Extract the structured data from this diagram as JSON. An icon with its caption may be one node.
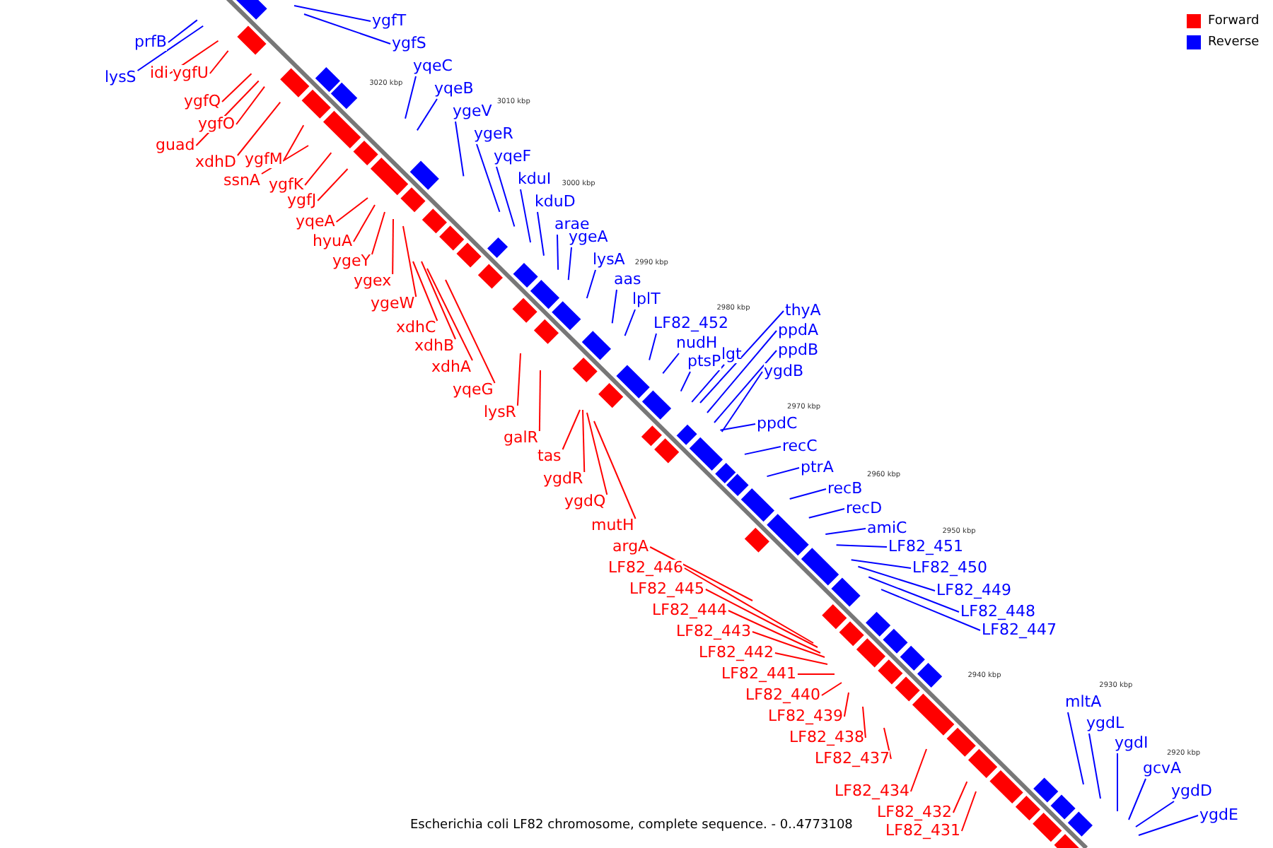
{
  "diagram": {
    "caption": "Escherichia coli LF82 chromosome, complete sequence. - 0..4773108",
    "nodes": [
      {
        "text": [
          "ygfT"
        ]
      },
      {
        "text": [
          "prfB"
        ]
      },
      {
        "text": [
          "ygfS"
        ]
      },
      {
        "text": [
          "yqeC"
        ]
      },
      {
        "text": [
          "lysS"
        ]
      },
      {
        "text": [
          "idi"
        ]
      },
      {
        "text": [
          "ygfU"
        ]
      },
      {
        "text": [
          "yqeB"
        ]
      },
      {
        "text": [
          "ygfQ"
        ]
      },
      {
        "text": [
          "ygeV"
        ]
      },
      {
        "text": [
          "ygfO"
        ]
      },
      {
        "text": [
          "ygeR"
        ]
      },
      {
        "text": [
          "guad"
        ]
      },
      {
        "text": [
          "yqeF"
        ]
      },
      {
        "text": [
          "xdhD"
        ]
      },
      {
        "text": [
          "ygfM"
        ]
      },
      {
        "text": [
          "kduI"
        ]
      },
      {
        "text": [
          "ssnA"
        ]
      },
      {
        "text": [
          "ygfK"
        ]
      },
      {
        "text": [
          "kduD"
        ]
      },
      {
        "text": [
          "ygfJ"
        ]
      },
      {
        "text": [
          "yqeA"
        ]
      },
      {
        "text": [
          "arae"
        ]
      },
      {
        "text": [
          "ygeA"
        ]
      },
      {
        "text": [
          "hyuA"
        ]
      },
      {
        "text": [
          "lysA"
        ]
      },
      {
        "text": [
          "ygeY"
        ]
      },
      {
        "text": [
          "aas"
        ]
      },
      {
        "text": [
          "ygex"
        ]
      },
      {
        "text": [
          "lplT"
        ]
      },
      {
        "text": [
          "ygeW"
        ]
      },
      {
        "text": [
          "thyA"
        ]
      },
      {
        "text": [
          "LF82_452"
        ]
      },
      {
        "text": [
          "xdhC"
        ]
      },
      {
        "text": [
          "ppdA"
        ]
      },
      {
        "text": [
          "nudH"
        ]
      },
      {
        "text": [
          "xdhB"
        ]
      },
      {
        "text": [
          "ppdB"
        ]
      },
      {
        "text": [
          "lgt"
        ]
      },
      {
        "text": [
          "ptsP"
        ]
      },
      {
        "text": [
          "xdhA"
        ]
      },
      {
        "text": [
          "ygdB"
        ]
      },
      {
        "text": [
          "yqeG"
        ]
      },
      {
        "text": [
          "lysR"
        ]
      },
      {
        "text": [
          "ppdC"
        ]
      },
      {
        "text": [
          "galR"
        ]
      },
      {
        "text": [
          "recC"
        ]
      },
      {
        "text": [
          "tas"
        ]
      },
      {
        "text": [
          "ptrA"
        ]
      },
      {
        "text": [
          "ygdR"
        ]
      },
      {
        "text": [
          "recB"
        ]
      },
      {
        "text": [
          "ygdQ"
        ]
      },
      {
        "text": [
          "recD"
        ]
      },
      {
        "text": [
          "mutH"
        ]
      },
      {
        "text": [
          "amiC"
        ]
      },
      {
        "text": [
          "LF82_451"
        ]
      },
      {
        "text": [
          "argA"
        ]
      },
      {
        "text": [
          "LF82_450"
        ]
      },
      {
        "text": [
          "LF82_446"
        ]
      },
      {
        "text": [
          "LF82_449"
        ]
      },
      {
        "text": [
          "LF82_445"
        ]
      },
      {
        "text": [
          "LF82_448"
        ]
      },
      {
        "text": [
          "LF82_444"
        ]
      },
      {
        "text": [
          "LF82_447"
        ]
      },
      {
        "text": [
          "LF82_443"
        ]
      },
      {
        "text": [
          "LF82_442"
        ]
      },
      {
        "text": [
          "LF82_441"
        ]
      },
      {
        "text": [
          "LF82_440"
        ]
      },
      {
        "text": [
          "mltA"
        ]
      },
      {
        "text": [
          "LF82_439"
        ]
      },
      {
        "text": [
          "ygdL"
        ]
      },
      {
        "text": [
          "LF82_438"
        ]
      },
      {
        "text": [
          "ygdI"
        ]
      },
      {
        "text": [
          "LF82_437"
        ]
      },
      {
        "text": [
          "gcvA"
        ]
      },
      {
        "text": [
          "LF82_434"
        ]
      },
      {
        "text": [
          "ygdD"
        ]
      },
      {
        "text": [
          "LF82_432"
        ]
      },
      {
        "text": [
          "ygdE"
        ]
      },
      {
        "text": [
          "LF82_431"
        ]
      }
    ],
    "edges": [
      {
        "from": 0,
        "to": null,
        "arrow": "none"
      },
      {
        "from": 1,
        "to": null,
        "arrow": "none"
      },
      {
        "from": 2,
        "to": null,
        "arrow": "none"
      },
      {
        "from": 3,
        "to": null,
        "arrow": "none"
      },
      {
        "from": 4,
        "to": null,
        "arrow": "none"
      },
      {
        "from": 5,
        "to": null,
        "arrow": "none",
        "color": "#ff0000"
      },
      {
        "from": 6,
        "to": null,
        "arrow": "none",
        "color": "#ff0000"
      },
      {
        "from": 7,
        "to": null,
        "arrow": "none"
      },
      {
        "from": 8,
        "to": null,
        "arrow": "none",
        "color": "#ff0000"
      },
      {
        "from": 9,
        "to": null,
        "arrow": "none"
      },
      {
        "from": 10,
        "to": null,
        "arrow": "none",
        "color": "#ff0000"
      },
      {
        "from": 11,
        "to": null,
        "arrow": "none"
      },
      {
        "from": 12,
        "to": null,
        "arrow": "none",
        "color": "#ff0000"
      },
      {
        "from": 13,
        "to": null,
        "arrow": "none"
      },
      {
        "from": 14,
        "to": null,
        "arrow": "none",
        "color": "#ff0000"
      },
      {
        "from": 15,
        "to": null,
        "arrow": "none",
        "color": "#ff0000"
      },
      {
        "from": 16,
        "to": null,
        "arrow": "none"
      },
      {
        "from": 17,
        "to": null,
        "arrow": "none",
        "color": "#ff0000"
      },
      {
        "from": 18,
        "to": null,
        "arrow": "none",
        "color": "#ff0000"
      },
      {
        "from": 19,
        "to": null,
        "arrow": "none"
      },
      {
        "from": 20,
        "to": null,
        "arrow": "none",
        "color": "#ff0000"
      },
      {
        "from": 21,
        "to": null,
        "arrow": "none",
        "color": "#ff0000"
      },
      {
        "from": 22,
        "to": null,
        "arrow": "none"
      },
      {
        "from": 23,
        "to": null,
        "arrow": "none"
      },
      {
        "from": 24,
        "to": null,
        "arrow": "none",
        "color": "#ff0000"
      },
      {
        "from": 25,
        "to": null,
        "arrow": "none"
      },
      {
        "from": 26,
        "to": null,
        "arrow": "none",
        "color": "#ff0000"
      },
      {
        "from": 27,
        "to": null,
        "arrow": "none"
      },
      {
        "from": 28,
        "to": null,
        "arrow": "none",
        "color": "#ff0000"
      },
      {
        "from": 29,
        "to": null,
        "arrow": "none"
      },
      {
        "from": 30,
        "to": null,
        "arrow": "none",
        "color": "#ff0000"
      },
      {
        "from": 31,
        "to": null,
        "arrow": "none"
      },
      {
        "from": 32,
        "to": null,
        "arrow": "none"
      },
      {
        "from": 33,
        "to": null,
        "arrow": "none",
        "color": "#ff0000"
      },
      {
        "from": 34,
        "to": null,
        "arrow": "none"
      },
      {
        "from": 35,
        "to": null,
        "arrow": "none"
      },
      {
        "from": 36,
        "to": null,
        "arrow": "none",
        "color": "#ff0000"
      },
      {
        "from": 37,
        "to": null,
        "arrow": "none"
      },
      {
        "from": 38,
        "to": null,
        "arrow": "none"
      },
      {
        "from": 39,
        "to": null,
        "arrow": "none"
      },
      {
        "from": 40,
        "to": null,
        "arrow": "none",
        "color": "#ff0000"
      },
      {
        "from": 41,
        "to": null,
        "arrow": "none"
      },
      {
        "from": 42,
        "to": null,
        "arrow": "none",
        "color": "#ff0000"
      },
      {
        "from": 43,
        "to": null,
        "arrow": "none",
        "color": "#ff0000"
      },
      {
        "from": 44,
        "to": null,
        "arrow": "none"
      },
      {
        "from": 45,
        "to": null,
        "arrow": "none",
        "color": "#ff0000"
      },
      {
        "from": 46,
        "to": null,
        "arrow": "none"
      },
      {
        "from": 47,
        "to": null,
        "arrow": "none",
        "color": "#ff0000"
      },
      {
        "from": 48,
        "to": null,
        "arrow": "none"
      },
      {
        "from": 49,
        "to": null,
        "arrow": "none",
        "color": "#ff0000"
      },
      {
        "from": 50,
        "to": null,
        "arrow": "none"
      },
      {
        "from": 51,
        "to": null,
        "arrow": "none",
        "color": "#ff0000"
      },
      {
        "from": 52,
        "to": null,
        "arrow": "none"
      },
      {
        "from": 53,
        "to": null,
        "arrow": "none",
        "color": "#ff0000"
      },
      {
        "from": 54,
        "to": null,
        "arrow": "none"
      },
      {
        "from": 55,
        "to": null,
        "arrow": "none"
      },
      {
        "from": 56,
        "to": null,
        "arrow": "none",
        "color": "#ff0000"
      },
      {
        "from": 57,
        "to": null,
        "arrow": "none"
      },
      {
        "from": 58,
        "to": null,
        "arrow": "none",
        "color": "#ff0000"
      },
      {
        "from": 59,
        "to": null,
        "arrow": "none"
      },
      {
        "from": 60,
        "to": null,
        "arrow": "none",
        "color": "#ff0000"
      },
      {
        "from": 61,
        "to": null,
        "arrow": "none"
      },
      {
        "from": 62,
        "to": null,
        "arrow": "none",
        "color": "#ff0000"
      },
      {
        "from": 63,
        "to": null,
        "arrow": "none"
      },
      {
        "from": 64,
        "to": null,
        "arrow": "none",
        "color": "#ff0000"
      },
      {
        "from": 65,
        "to": null,
        "arrow": "none",
        "color": "#ff0000"
      },
      {
        "from": 66,
        "to": null,
        "arrow": "none",
        "color": "#ff0000"
      },
      {
        "from": 67,
        "to": null,
        "arrow": "none",
        "color": "#ff0000"
      },
      {
        "from": 68,
        "to": null,
        "arrow": "none"
      },
      {
        "from": 69,
        "to": null,
        "arrow": "none",
        "color": "#ff0000"
      },
      {
        "from": 70,
        "to": null,
        "arrow": "none"
      },
      {
        "from": 71,
        "to": null,
        "arrow": "none",
        "color": "#ff0000"
      },
      {
        "from": 72,
        "to": null,
        "arrow": "none"
      },
      {
        "from": 73,
        "to": null,
        "arrow": "none",
        "color": "#ff0000"
      },
      {
        "from": 74,
        "to": null,
        "arrow": "none"
      },
      {
        "from": 75,
        "to": null,
        "arrow": "none",
        "color": "#ff0000"
      },
      {
        "from": 76,
        "to": null,
        "arrow": "none"
      },
      {
        "from": 77,
        "to": null,
        "arrow": "none",
        "color": "#ff0000"
      },
      {
        "from": 78,
        "to": null,
        "arrow": "none"
      },
      {
        "from": 79,
        "to": null,
        "arrow": "none",
        "color": "#ff0000"
      }
    ],
    "labels": [
      "3020 kbp",
      "3010 kbp",
      "3000 kbp",
      "2990 kbp",
      "2980 kbp",
      "2970 kbp",
      "2960 kbp",
      "2950 kbp",
      "2940 kbp",
      "2930 kbp",
      "2920 kbp"
    ],
    "legend": [
      {
        "text": "Forward",
        "color": "#ff0000"
      },
      {
        "text": "Reverse",
        "color": "#0000ff"
      }
    ]
  }
}
